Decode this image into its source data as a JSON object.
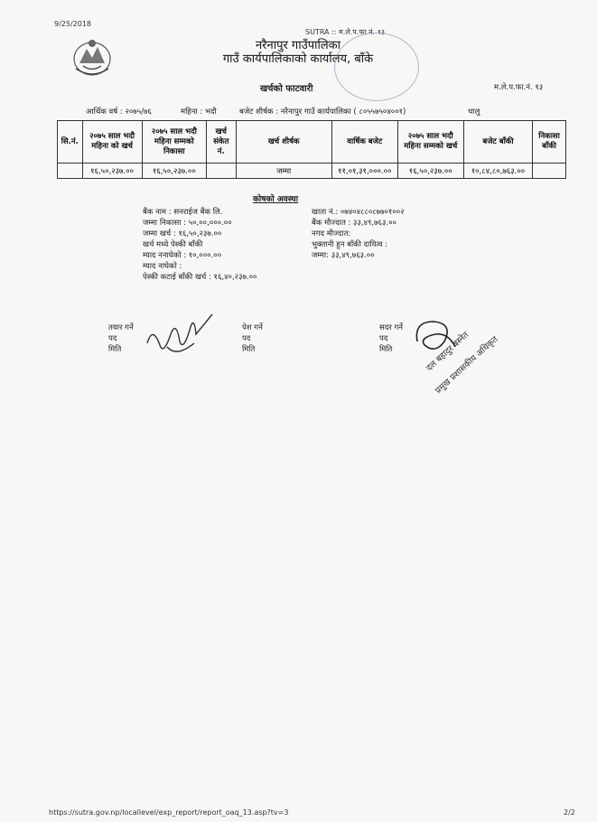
{
  "meta": {
    "date": "9/25/2018",
    "system": "SUTRA :: म.ले.प.फा.नं. १३",
    "url": "https://sutra.gov.np/locallevel/exp_report/report_oaq_13.asp?tv=3",
    "page": "2/2"
  },
  "header": {
    "office_line1": "नरैनापुर गाउँपालिका",
    "office_line2": "गाउँ कार्यपालिकाको कार्यालय, बाँके",
    "title": "खर्चको फाटवारी",
    "form_no": "म.ले.प.फा.नं. १३"
  },
  "fiscal_line": {
    "fiscal_year": "आर्थिक वर्ष : २०७५/७६",
    "month": "महिना : भदौ",
    "budget_head": "बजेट शीर्षक : नरैनापुर गाउँ कार्यपालिका ( ८०५५७५०४००१)",
    "status": "चालु"
  },
  "table": {
    "headers": {
      "sn": "सि.नं.",
      "expense_month": "२०७५ साल भदौ महिना को खर्च",
      "cumulative_release": "२०७५ साल भदौ महिना सम्मको निकासा",
      "expense_code": "खर्च संकेत नं.",
      "expense_head": "खर्च शीर्षक",
      "annual_budget": "वार्षिक बजेट",
      "cumulative_expense": "२०७५ साल भदौ महिना सम्मको खर्च",
      "budget_remaining": "बजेट बाँकी",
      "release_remaining": "निकासा बाँकी"
    },
    "total_row": {
      "sn": "",
      "expense_month": "१६,५०,२३७.००",
      "cumulative_release": "१६,५०,२३७.००",
      "expense_code": "",
      "expense_head": "जम्मा",
      "annual_budget": "११,०१,३१,०००.००",
      "cumulative_expense": "१६,५०,२३७.००",
      "budget_remaining": "१०,८४,८०,७६३.००",
      "release_remaining": ""
    }
  },
  "treasury": {
    "heading": "कोषको अवस्था",
    "left": [
      "बैंक नाम : सनराईज बैंक लि.",
      "जम्मा निकासा : ५०,००,०००.००",
      "जम्मा खर्च : १६,५०,२३७.००",
      "खर्च मध्ये पेस्की बाँकी",
      "म्याद ननाघेको : १०,०००.००",
      "म्याद नाघेको :",
      "पेस्की कटाई बाँकी खर्च : १६,४०,२३७.००"
    ],
    "right": [
      "खाता नं.: ०७४०४८८०८७७०१००२",
      "बैंक मौज्दात : ३३,४९,७६३.००",
      "नगद मौज्दात:",
      "भुक्तानी हुन बाँकी दायित्व :",
      "जम्मा: ३३,४९,७६३.००"
    ]
  },
  "signatures": {
    "prepared": {
      "label": "तयार गर्ने",
      "post": "पद",
      "date": "मिति"
    },
    "submitted": {
      "label": "पेश गर्ने",
      "post": "पद",
      "date": "मिति"
    },
    "approved": {
      "label": "सदर गर्ने",
      "post": "पद",
      "date": "मिति"
    },
    "stamp_name": "दल बहादुर बस्नेत",
    "stamp_title": "प्रमुख प्रशासकीय अधिकृत"
  }
}
